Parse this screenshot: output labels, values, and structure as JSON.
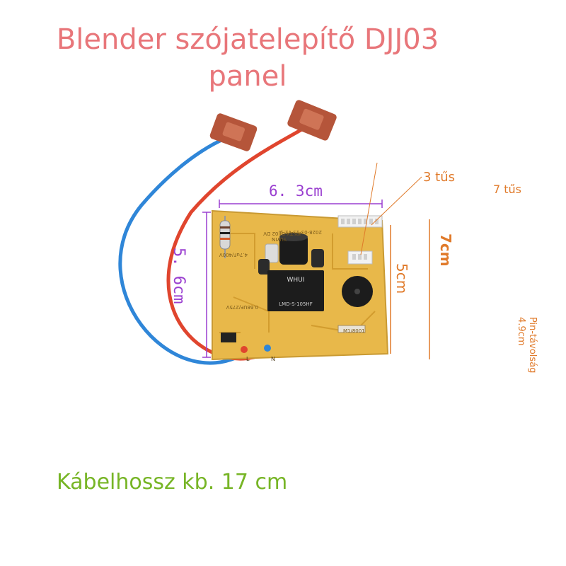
{
  "title_line1": "Blender szójatelepítő DJJ03",
  "title_line2": "panel",
  "dim_width": "6. 3cm",
  "dim_height": "5. 6cm",
  "dim_5cm": "5cm",
  "dim_7cm": "7cm",
  "label_3pin": "3 tűs",
  "label_7pin": "7 tűs",
  "pin_spacing_line1": "Pin-távolság",
  "pin_spacing_line2": "4.9cm",
  "cable_length": "Kábelhossz kb. 17 cm",
  "board_texts": {
    "model": "KY-ZX-DJJ02 DV",
    "date": "2028-03-13 V2.1",
    "brand": "YUYIN",
    "relay_brand": "WHUI",
    "relay_model": "LMD-S-105HF",
    "cap_label": "0.68UF/275V",
    "cap_label2": "4.7uF/400V",
    "buzzer_tag": "M1/8001",
    "pin_l": "L",
    "pin_n": "N"
  },
  "colors": {
    "title": "#e8767a",
    "footer": "#77b526",
    "dimension_purple": "#9a3fd0",
    "dimension_orange": "#e07a2a",
    "pcb": "#e8b84a",
    "wire_red": "#e0452e",
    "wire_blue": "#2f86d8",
    "connector": "#b5553a"
  }
}
